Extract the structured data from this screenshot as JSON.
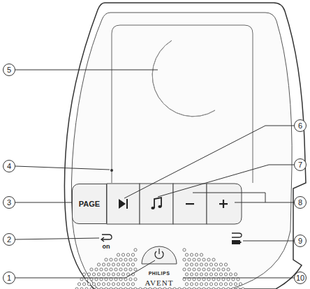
{
  "diagram": {
    "nodes": [
      {
        "text": [
          "PAGE"
        ]
      }
    ],
    "labels": [
      "1",
      "2",
      "3",
      "4",
      "5",
      "6",
      "7",
      "8",
      "9",
      "10",
      "on",
      "PHILIPS",
      "AVENT"
    ]
  }
}
